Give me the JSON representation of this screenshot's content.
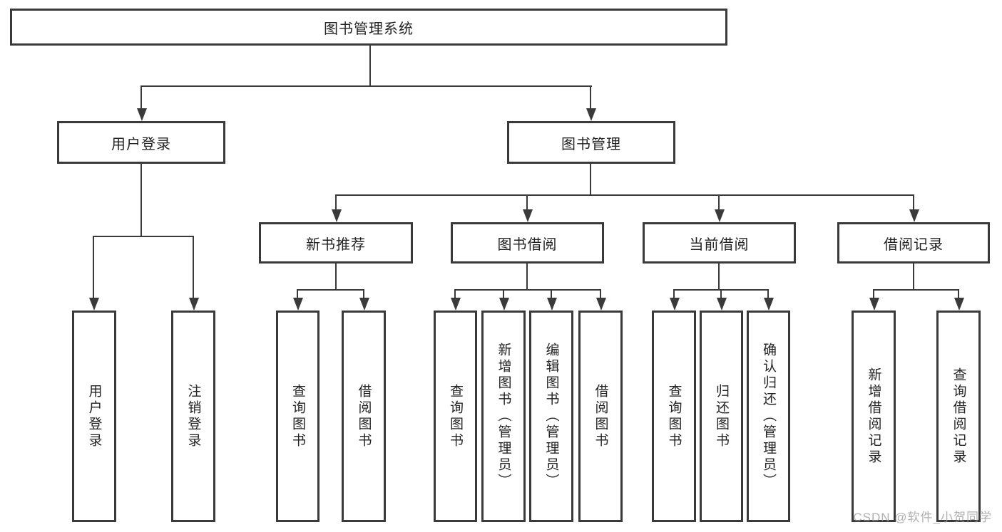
{
  "diagram": {
    "root": {
      "label": "图书管理系统"
    },
    "level2": [
      {
        "label": "用户登录"
      },
      {
        "label": "图书管理"
      }
    ],
    "level3": [
      {
        "label": "新书推荐"
      },
      {
        "label": "图书借阅"
      },
      {
        "label": "当前借阅"
      },
      {
        "label": "借阅记录"
      }
    ],
    "leaves": [
      {
        "label": "用户登录"
      },
      {
        "label": "注销登录"
      },
      {
        "label": "查询图书"
      },
      {
        "label": "借阅图书"
      },
      {
        "label": "查询图书"
      },
      {
        "label": "新增图书（管理员）"
      },
      {
        "label": "编辑图书（管理员）"
      },
      {
        "label": "借阅图书"
      },
      {
        "label": "查询图书"
      },
      {
        "label": "归还图书"
      },
      {
        "label": "确认归还（管理员）"
      },
      {
        "label": "新增借阅记录"
      },
      {
        "label": "查询借阅记录"
      }
    ]
  },
  "watermark": {
    "text": "CSDN @软件_小贺同学"
  },
  "colors": {
    "line": "#3a3a3a",
    "text": "#232323",
    "background": "#ffffff",
    "watermark": "#9a9a9a"
  }
}
